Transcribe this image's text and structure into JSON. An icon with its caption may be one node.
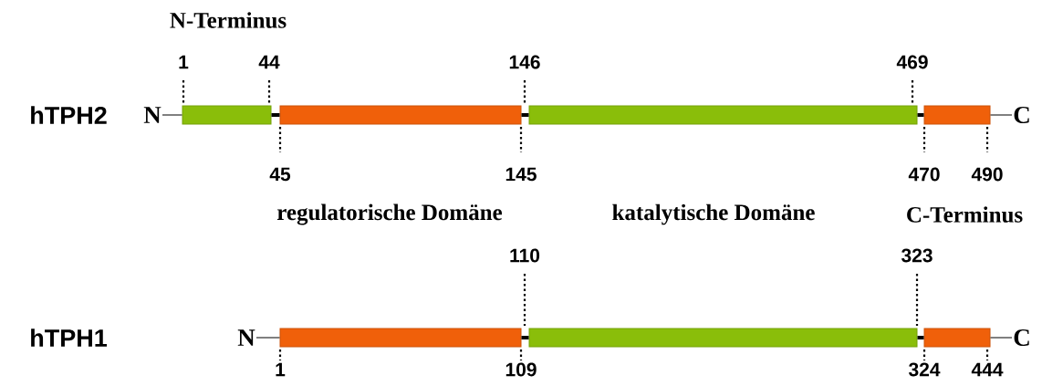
{
  "diagram": {
    "nodes": [
      {
        "text": [
          "N"
        ]
      },
      {
        "text": [],
        "shape": "bar",
        "beside": [
          "1",
          "44"
        ]
      },
      {
        "text": [],
        "shape": "bar",
        "beside": [
          "45",
          "145"
        ]
      },
      {
        "text": [],
        "shape": "bar",
        "beside": [
          "146",
          "469"
        ]
      },
      {
        "text": [],
        "shape": "bar",
        "beside": [
          "470",
          "490"
        ]
      },
      {
        "text": [
          "C"
        ]
      },
      {
        "text": [
          "N"
        ]
      },
      {
        "text": [],
        "shape": "bar",
        "beside": [
          "1",
          "109"
        ]
      },
      {
        "text": [],
        "shape": "bar",
        "beside": [
          "110",
          "323"
        ]
      },
      {
        "text": [],
        "shape": "bar",
        "beside": [
          "324",
          "444"
        ]
      },
      {
        "text": [
          "C"
        ]
      }
    ],
    "edges": [
      {
        "from": 0,
        "to": 1,
        "arrow": "none"
      },
      {
        "from": 1,
        "to": 2,
        "arrow": "none"
      },
      {
        "from": 2,
        "to": 3,
        "arrow": "none"
      },
      {
        "from": 3,
        "to": 4,
        "arrow": "none"
      },
      {
        "from": 4,
        "to": 5,
        "arrow": "none"
      },
      {
        "from": 6,
        "to": 7,
        "arrow": "none"
      },
      {
        "from": 7,
        "to": 8,
        "arrow": "none"
      },
      {
        "from": 8,
        "to": 9,
        "arrow": "none"
      },
      {
        "from": 9,
        "to": 10,
        "arrow": "none"
      }
    ],
    "labels": [
      "N-Terminus",
      "hTPH2",
      "regulatorische Domäne",
      "katalytische Domäne",
      "C-Terminus",
      "hTPH1"
    ]
  }
}
